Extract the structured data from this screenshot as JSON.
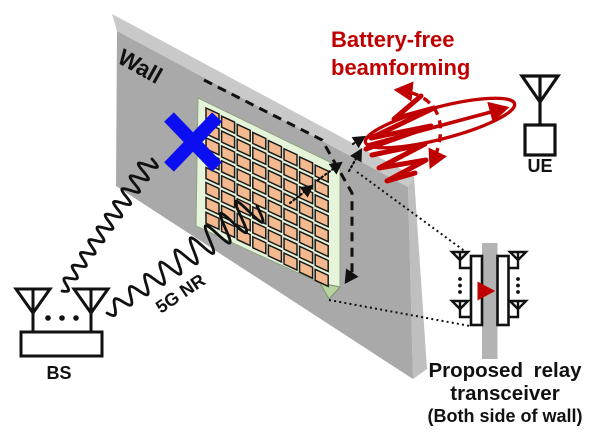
{
  "figure": {
    "wall_label": "Wall",
    "beamforming_caption": {
      "line1": "Battery-free",
      "line2": "beamforming"
    },
    "signal_label": "5G NR",
    "bs_label": "BS",
    "ue_label": "UE",
    "relay_caption": {
      "line1": "Proposed relay",
      "line2": "transceiver",
      "line3": "(Both side of wall)"
    }
  },
  "array": {
    "rows": 8,
    "cols": 8
  },
  "colors": {
    "beam_red": "#c00000",
    "blocked_x_blue": "#0a0ef0",
    "wall_face_gray": "#a9a9a9",
    "wall_top_gray": "#c9c9c9",
    "wall_side_gray": "#bfbfbf",
    "panel_green": "#e6f5da",
    "panel_fold_green": "#b7d3a0",
    "patch_orange": "#f5b98f",
    "relay_wall_gray": "#b3b3b3"
  }
}
